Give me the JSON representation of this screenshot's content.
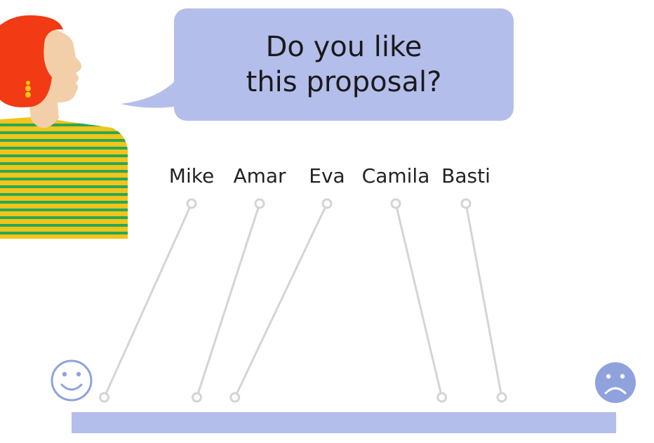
{
  "question": {
    "line1": "Do you like",
    "line2": "this proposal?"
  },
  "voters": [
    {
      "name": "Mike",
      "score": 0.06
    },
    {
      "name": "Amar",
      "score": 0.23
    },
    {
      "name": "Eva",
      "score": 0.3
    },
    {
      "name": "Camila",
      "score": 0.68
    },
    {
      "name": "Basti",
      "score": 0.79
    }
  ],
  "scale": {
    "left_end": "smiley-face-icon",
    "right_end": "sad-face-icon"
  },
  "colors": {
    "bubble": "#b4beeb",
    "scale_bar": "#b4beeb",
    "connector": "#d4d4d4",
    "hair": "#f23a14",
    "skin": "#f2cfa8",
    "stripe_yellow": "#f2c318",
    "stripe_green": "#26a85a",
    "smiley": "#8fa2dd",
    "sad": "#8fa2dd"
  }
}
